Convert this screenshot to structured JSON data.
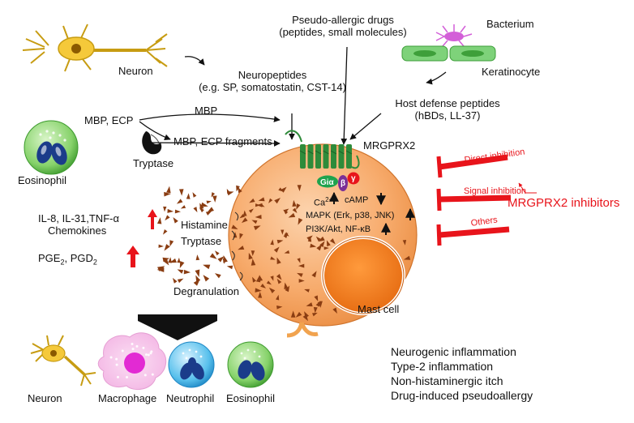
{
  "labels": {
    "neuron_top": "Neuron",
    "neuropeptides_title": "Neuropeptides",
    "neuropeptides_examples": "(e.g. SP, somatostatin, CST-14)",
    "pseudo_allergic_title": "Pseudo-allergic drugs",
    "pseudo_allergic_examples": "(peptides, small molecules)",
    "bacterium": "Bacterium",
    "keratinocyte": "Keratinocyte",
    "host_defense_title": "Host defense peptides",
    "host_defense_examples": "(hBDs, LL-37)",
    "mbp_ecp": "MBP, ECP",
    "mbp": "MBP",
    "mbp_ecp_fragments": "MBP, ECP fragments",
    "tryptase_enzyme": "Tryptase",
    "eosinophil_left": "Eosinophil",
    "receptor": "MRGPRX2",
    "g_alpha": "Giα",
    "g_beta": "β",
    "g_gamma": "γ",
    "calcium": "Ca",
    "calcium_sup": "2+",
    "camp": "cAMP",
    "mapk": "MAPK (Erk, p38, JNK)",
    "pi3k": "PI3K/Akt, NF-κB",
    "cytokines_line1": "IL-8, IL-31,TNF-α",
    "cytokines_line2": "Chemokines",
    "pge": "PGE",
    "pge_sub": "2",
    "pgd": ", PGD",
    "pgd_sub": "2",
    "histamine": "Histamine",
    "tryptase_granule": "Tryptase",
    "degranulation": "Degranulation",
    "mast_cell": "Mast cell",
    "direct_inhibition": "Direct inhibition",
    "signal_inhibition": "Signal inhibition",
    "others": "Others",
    "inhibitors": "MRGPRX2 inhibitors",
    "cell_neuron": "Neuron",
    "cell_macrophage": "Macrophage",
    "cell_neutrophil": "Neutrophil",
    "cell_eosinophil": "Eosinophil"
  },
  "outcomes": [
    "Neurogenic inflammation",
    "Type-2 inflammation",
    "Non-histaminergic itch",
    "Drug-induced pseudoallergy"
  ],
  "colors": {
    "mast_cell_fill": "#f6a05a",
    "nucleus": "#f07c1e",
    "receptor_green": "#2e8b3a",
    "inhibitor_red": "#e8141b",
    "granule_brown": "#8a3d12",
    "arrow_black": "#111111"
  }
}
